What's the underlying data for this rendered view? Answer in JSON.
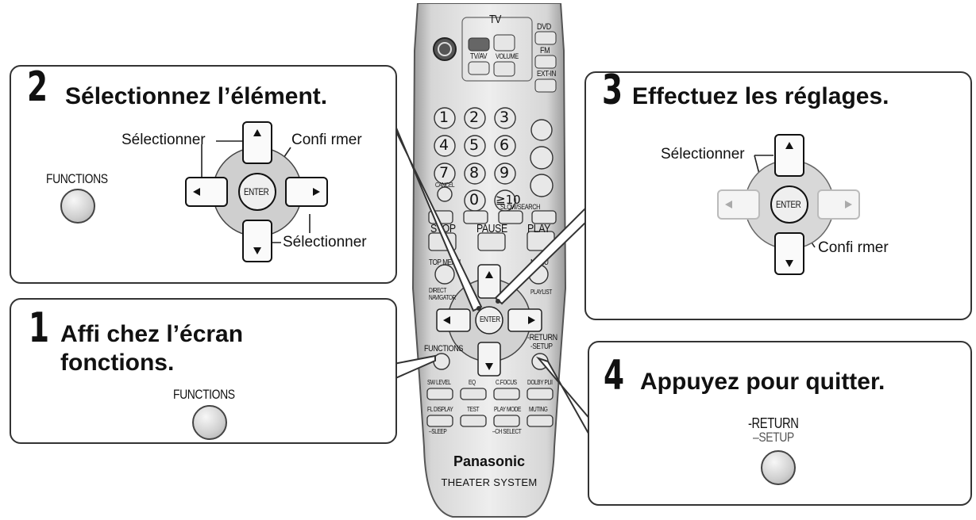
{
  "step1": {
    "number": "1",
    "line1": "Affi chez l’écran",
    "line2": "fonctions.",
    "button_label": "FUNCTIONS"
  },
  "step2": {
    "number": "2",
    "title": "Sélectionnez l’élément.",
    "functions_label": "FUNCTIONS",
    "select_label_top": "Sélectionner",
    "confirm_label": "Confi rmer",
    "select_label_bottom": "Sélectionner",
    "enter_label": "ENTER"
  },
  "step3": {
    "number": "3",
    "title": "Effectuez les réglages.",
    "select_label": "Sélectionner",
    "confirm_label": "Confi rmer",
    "enter_label": "ENTER"
  },
  "step4": {
    "number": "4",
    "title": "Appuyez pour quitter.",
    "return_label": "-RETURN",
    "setup_label": "–SETUP"
  },
  "remote": {
    "tv_label": "TV",
    "dvd_label": "DVD",
    "fm_label": "FM",
    "ext_in_label": "EXT-IN",
    "tv_av_label": "TV/AV",
    "volume_label": "VOLUME",
    "numbers": [
      "1",
      "2",
      "3",
      "4",
      "5",
      "6",
      "7",
      "8",
      "9",
      "0",
      "≧10"
    ],
    "cancel_label": "CANCEL",
    "stop_label": "STOP",
    "pause_label": "PAUSE",
    "play_label": "PLAY",
    "slow_search_label": "SLOW/SEARCH",
    "top_menu_label": "TOP MENU",
    "menu_label": "MENU",
    "direct_navigator_label": "DIRECT NAVIGATOR",
    "playlist_label": "PLAYLIST",
    "enter_label": "ENTER",
    "functions_label": "FUNCTIONS",
    "return_label": "-RETURN",
    "setup_label": "-SETUP",
    "row1": [
      "SW LEVEL",
      "EQ",
      "C.FOCUS",
      "DOLBY PLII"
    ],
    "row2": [
      "FL DISPLAY",
      "TEST",
      "PLAY MODE",
      "MUTING"
    ],
    "sleep_label": "–SLEEP",
    "ch_select_label": "–CH SELECT",
    "brand": "Panasonic",
    "model": "THEATER SYSTEM"
  }
}
